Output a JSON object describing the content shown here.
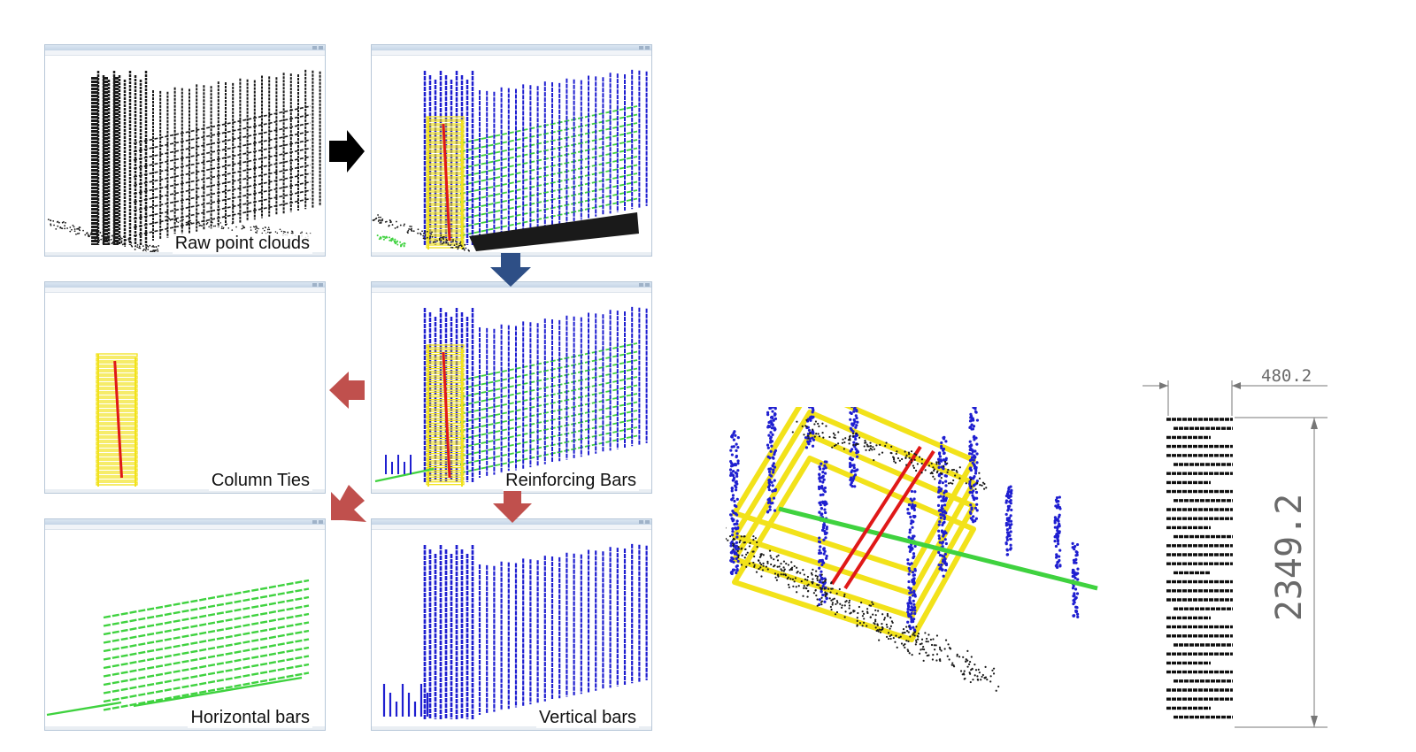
{
  "panels": {
    "raw": {
      "label": "Raw point clouds"
    },
    "ties": {
      "label": "Column Ties"
    },
    "reinforcing": {
      "label": "Reinforcing Bars"
    },
    "horizontal": {
      "label": "Horizontal bars"
    },
    "vertical": {
      "label": "Vertical bars"
    }
  },
  "dimensions": {
    "width": "480.2",
    "height": "2349.2"
  },
  "colors": {
    "raw": "#1a1a1a",
    "vertical": "#1f1fd0",
    "horizontal": "#3fd23f",
    "tie": "#f2e21a",
    "tie_red": "#e01818",
    "arrow_black": "#000000",
    "arrow_blue": "#2e4f86",
    "arrow_red": "#c0504d",
    "frame": "#b7c7d8"
  },
  "icons": {
    "arrow_1": "arrow-right-icon",
    "arrow_2": "arrow-down-icon",
    "arrow_3": "arrow-left-icon",
    "arrow_4": "arrow-down-left-icon",
    "arrow_5": "arrow-down-icon"
  }
}
